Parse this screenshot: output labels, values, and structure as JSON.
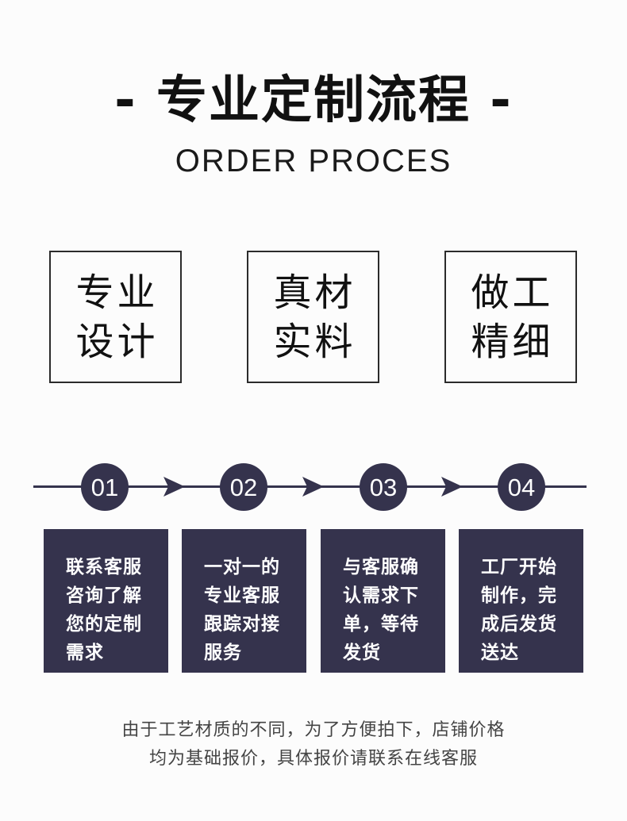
{
  "header": {
    "title": "- 专业定制流程 -",
    "subtitle": "ORDER PROCES"
  },
  "features": [
    {
      "line1": "专业",
      "line2": "设计"
    },
    {
      "line1": "真材",
      "line2": "实料"
    },
    {
      "line1": "做工",
      "line2": "精细"
    }
  ],
  "timeline": {
    "steps": [
      {
        "number": "01",
        "lines": [
          "联系客服",
          "咨询了解",
          "您的定制",
          "需求"
        ]
      },
      {
        "number": "02",
        "lines": [
          "一对一的",
          "专业客服",
          "跟踪对接",
          "服务"
        ]
      },
      {
        "number": "03",
        "lines": [
          "与客服确",
          "认需求下",
          "单，等待",
          "发货"
        ]
      },
      {
        "number": "04",
        "lines": [
          "工厂开始",
          "制作，完",
          "成后发货",
          "送达"
        ]
      }
    ],
    "accent_color": "#35334d",
    "arrow_icon": "arrow-right-icon"
  },
  "footer": {
    "line1": "由于工艺材质的不同，为了方便拍下，店铺价格",
    "line2": "均为基础报价，具体报价请联系在线客服"
  }
}
